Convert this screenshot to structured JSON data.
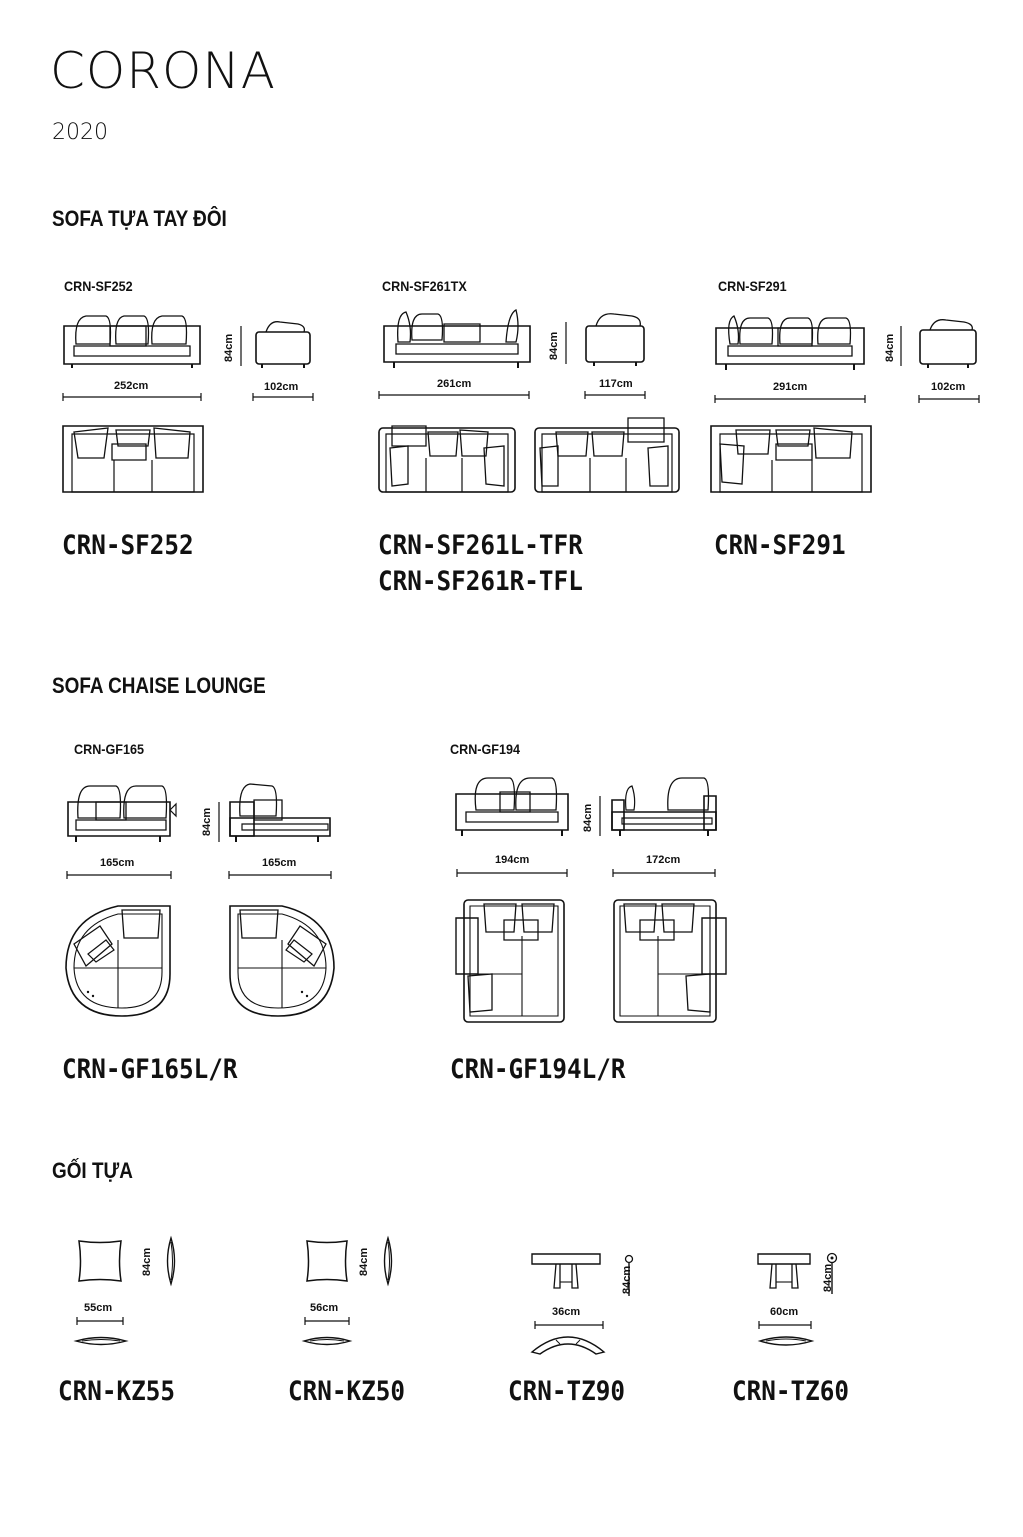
{
  "header": {
    "title": "CORONA",
    "year": "2020"
  },
  "sections": {
    "armrest": {
      "heading": "SOFA TỰA TAY ĐÔI",
      "items": [
        {
          "code": "CRN-SF252",
          "width": "252cm",
          "depth": "102cm",
          "height": "84cm",
          "models": [
            "CRN-SF252"
          ]
        },
        {
          "code": "CRN-SF261TX",
          "width": "261cm",
          "depth": "117cm",
          "height": "84cm",
          "models": [
            "CRN-SF261L-TFR",
            "CRN-SF261R-TFL"
          ]
        },
        {
          "code": "CRN-SF291",
          "width": "291cm",
          "depth": "102cm",
          "height": "84cm",
          "models": [
            "CRN-SF291"
          ]
        }
      ]
    },
    "chaise": {
      "heading": "SOFA CHAISE LOUNGE",
      "items": [
        {
          "code": "CRN-GF165",
          "width": "165cm",
          "width2": "165cm",
          "height": "84cm",
          "models": [
            "CRN-GF165L/R"
          ]
        },
        {
          "code": "CRN-GF194",
          "width": "194cm",
          "width2": "172cm",
          "height": "84cm",
          "models": [
            "CRN-GF194L/R"
          ]
        }
      ]
    },
    "cushions": {
      "heading": "GỐI TỰA",
      "items": [
        {
          "width": "55cm",
          "height": "84cm",
          "model": "CRN-KZ55"
        },
        {
          "width": "56cm",
          "height": "84cm",
          "model": "CRN-KZ50"
        },
        {
          "width": "36cm",
          "height": "84cm",
          "model": "CRN-TZ90"
        },
        {
          "width": "60cm",
          "height": "84cm",
          "model": "CRN-TZ60"
        }
      ]
    }
  }
}
